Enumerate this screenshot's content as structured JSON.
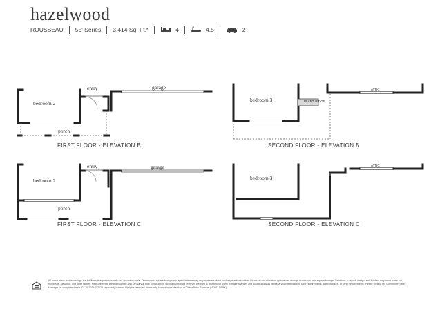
{
  "header": {
    "title": "hazelwood",
    "model": "ROUSSEAU",
    "series": "55' Series",
    "sqft": "3,414 Sq. Ft.*",
    "beds": "4",
    "baths": "4.5",
    "garage": "2"
  },
  "plans": [
    {
      "caption": "FIRST FLOOR - ELEVATION B",
      "labels": {
        "bedroom": "bedroom 2",
        "entry": "entry",
        "garage": "garage",
        "porch": "porch"
      }
    },
    {
      "caption": "SECOND FLOOR - ELEVATION B",
      "labels": {
        "bedroom": "bedroom 3",
        "ledge": "PLANT LEDGE",
        "attic": "ATTIC"
      }
    },
    {
      "caption": "FIRST FLOOR - ELEVATION C",
      "labels": {
        "bedroom": "bedroom 2",
        "entry": "entry",
        "garage": "garage",
        "porch": "porch"
      }
    },
    {
      "caption": "SECOND FLOOR - ELEVATION C",
      "labels": {
        "bedroom": "bedroom 3",
        "attic": "ATTIC"
      }
    }
  ],
  "footer": {
    "disclaimer": "All home plans and renderings are for illustrative purposes only and are not to scale. Dimensions, square footage and specifications may vary and are subject to change without notice. Structural and elevation options can change room count and square footage. Variations in layout, design, and finishes may occur based on home site, elevation, and other factors. Measurements are approximate and can vary at final construction. Normandy Homes reserves the right to discontinue plans or make changes and substitutions as necessary to meet building code requirements, site conditions, or other requirements. Please contact the Community Sales Manager for complete details. 07.25.2025 © 2025 Normandy Homes. All rights reserved. Normandy Homes is a subsidiary of Green Brick Partners (NYSE: GRBK)."
  }
}
